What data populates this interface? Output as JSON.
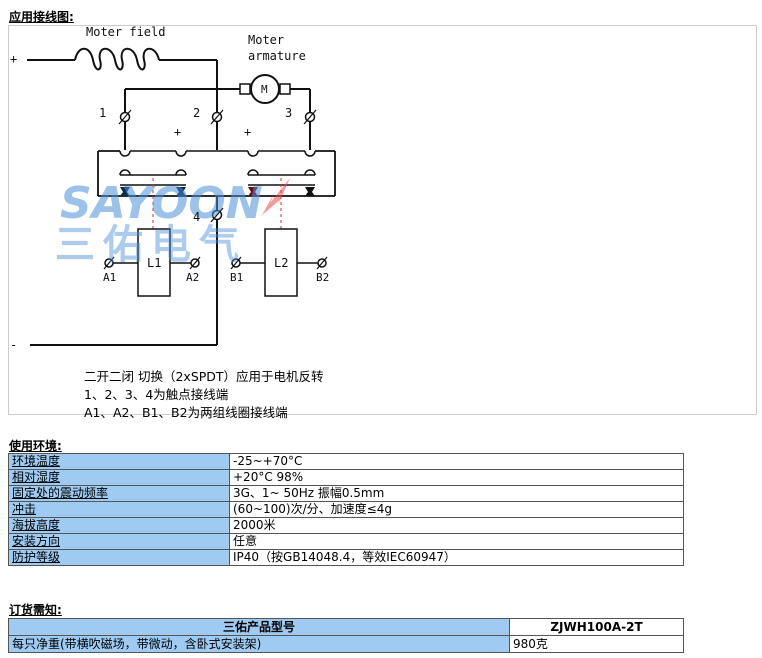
{
  "wiring": {
    "title": "应用接线图:",
    "labels": {
      "plus": "+",
      "minus": "-",
      "field": "Moter field",
      "armature_1": "Moter",
      "armature_2": "armature",
      "motor": "M",
      "t1": "1",
      "t2": "2",
      "t3": "3",
      "t4": "4",
      "plus_a": "+",
      "plus_b": "+",
      "l1": "L1",
      "l2": "L2",
      "a1": "A1",
      "a2": "A2",
      "b1": "B1",
      "b2": "B2"
    },
    "watermark": {
      "brand": "SAYOON",
      "cn": "三佑电气"
    },
    "captions": [
      "二开二闭 切换（2xSPDT）应用于电机反转",
      "1、2、3、4为触点接线端",
      "A1、A2、B1、B2为两组线圈接线端"
    ]
  },
  "environment": {
    "title": "使用环境:",
    "rows": [
      {
        "key": "环境温度",
        "value": "-25~+70°C"
      },
      {
        "key": "相对湿度",
        "value": "+20°C 98%"
      },
      {
        "key": "固定处的震动频率",
        "value": "3G、1~ 50Hz 振幅0.5mm"
      },
      {
        "key": "冲击",
        "value": "(60~100)次/分、加速度≤4g"
      },
      {
        "key": "海拔高度",
        "value": "2000米"
      },
      {
        "key": "安装方向",
        "value": "任意"
      },
      {
        "key": "防护等级",
        "value": "IP40（按GB14048.4，等效IEC60947）"
      }
    ]
  },
  "order": {
    "title": "订货需知:",
    "header": {
      "key": "三佑产品型号",
      "value": "ZJWH100A-2T"
    },
    "rows": [
      {
        "key": "每只净重(带横吹磁场，带微动，含卧式安装架)",
        "value": "980克"
      }
    ]
  },
  "colors": {
    "table_key_bg": "#9fcbf3",
    "watermark_blue": "#4a8fd8",
    "watermark_red": "#e84a4a"
  }
}
